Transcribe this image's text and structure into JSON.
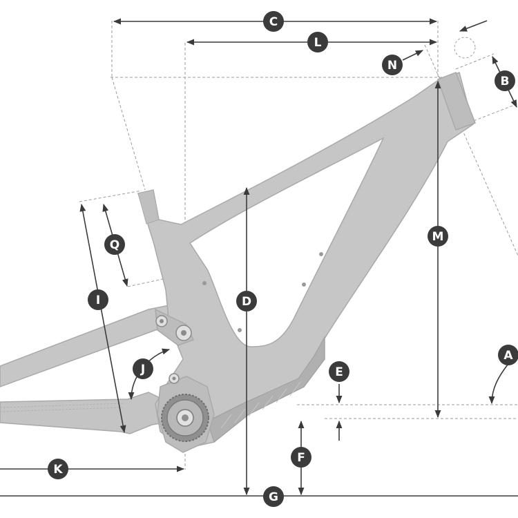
{
  "diagram": {
    "labels": {
      "A": "A",
      "B": "B",
      "C": "C",
      "D": "D",
      "E": "E",
      "F": "F",
      "G": "G",
      "I": "I",
      "J": "J",
      "K": "K",
      "L": "L",
      "M": "M",
      "N": "N",
      "Q": "Q"
    },
    "colors": {
      "frame": "#c6c6c6",
      "frame_edge": "#a9a9a9",
      "frame_dark": "#9e9e9e",
      "line": "#3a3a3a",
      "dashed": "#9a9a9a",
      "badge": "#3b3b3b",
      "chainring": "#8f8f8f"
    }
  }
}
